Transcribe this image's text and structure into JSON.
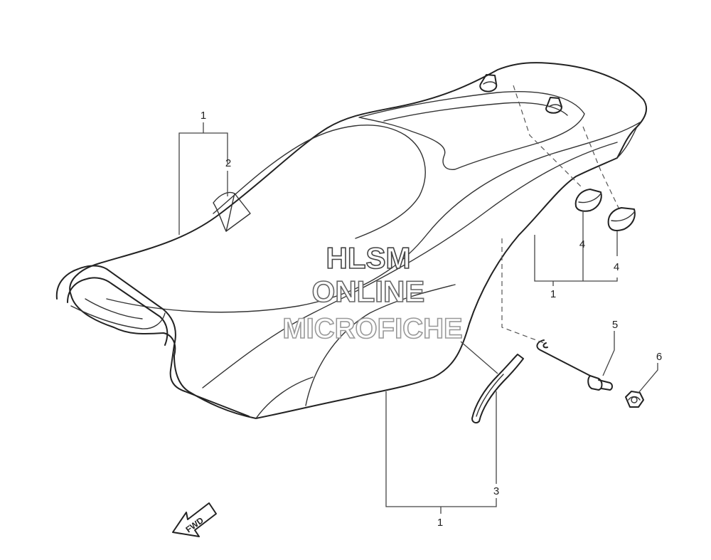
{
  "watermark": {
    "line1": "HLSM",
    "line2": "ONLINE",
    "line3": "MICROFICHE"
  },
  "direction_arrow": {
    "label": "FWD"
  },
  "callouts": [
    {
      "id": "c1a",
      "number": "1"
    },
    {
      "id": "c2",
      "number": "2"
    },
    {
      "id": "c4a",
      "number": "4"
    },
    {
      "id": "c4b",
      "number": "4"
    },
    {
      "id": "c1b",
      "number": "1"
    },
    {
      "id": "c5",
      "number": "5"
    },
    {
      "id": "c6",
      "number": "6"
    },
    {
      "id": "c3",
      "number": "3"
    },
    {
      "id": "c1c",
      "number": "1"
    }
  ]
}
